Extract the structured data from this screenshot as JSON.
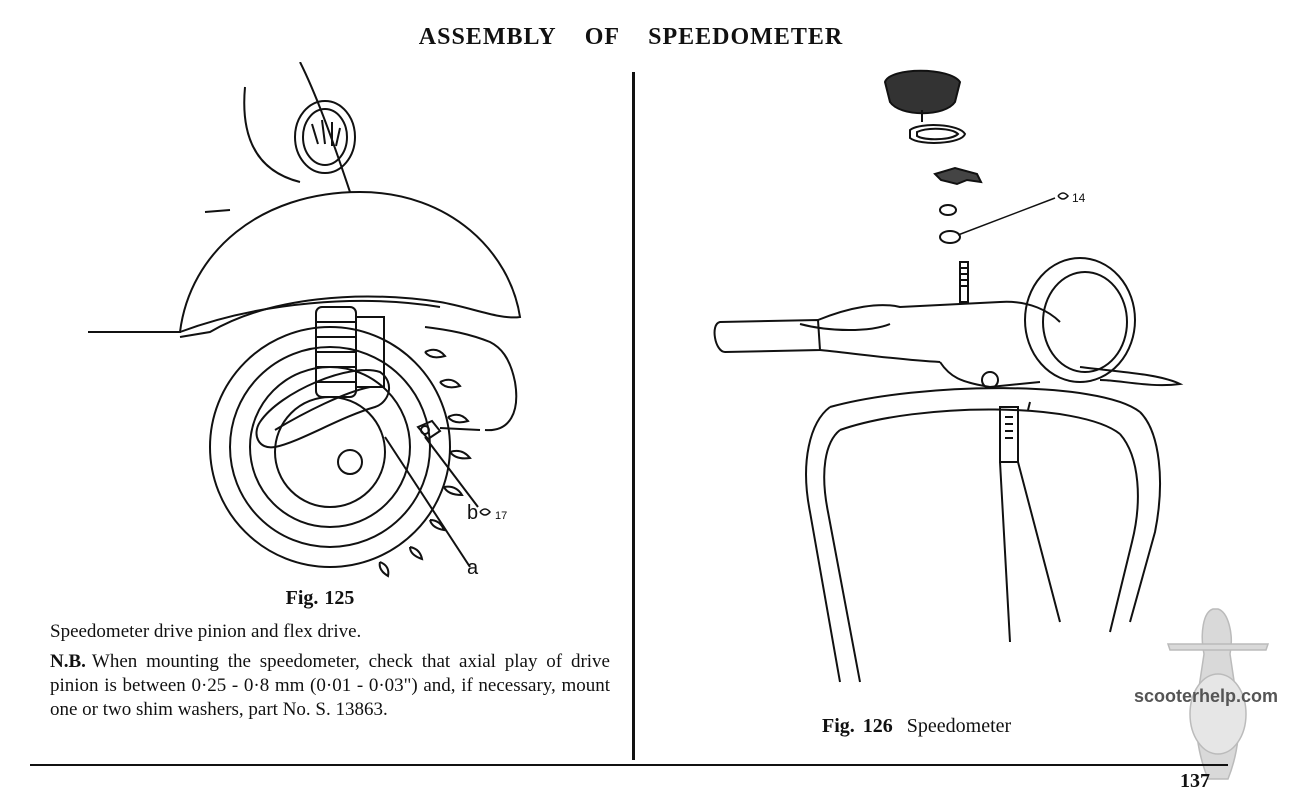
{
  "page": {
    "title": "ASSEMBLY OF SPEEDOMETER",
    "page_number": "137"
  },
  "fig125": {
    "label": "Fig.",
    "number": "125",
    "callout_a": "a",
    "callout_b": "b",
    "callout_b_size": "17",
    "description": "Speedometer drive pinion and flex drive.",
    "note_label": "N.B.",
    "note_text": "When mounting the speedometer, check that axial play of drive pinion is between 0·25 - 0·8 mm (0·01 - 0·03\") and, if necessary, mount one or two shim washers, part No. S. 13863."
  },
  "fig126": {
    "label": "Fig.",
    "number": "126",
    "title": "Speedometer",
    "callout_size": "14"
  },
  "watermark": {
    "text": "scooterhelp.com"
  }
}
